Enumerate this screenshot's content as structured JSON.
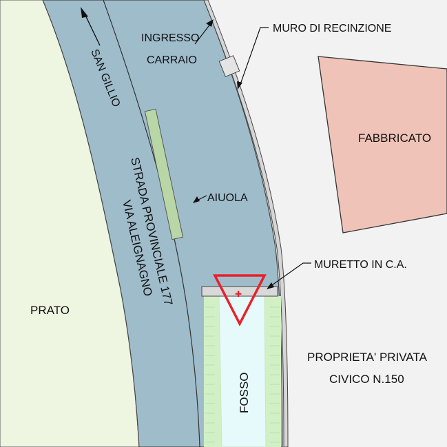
{
  "map": {
    "colors": {
      "meadow": "#eef5e0",
      "private_area": "#f3f2f2",
      "road": "#9fbccb",
      "building": "#efc3b8",
      "flowerbed": "#b9d6a6",
      "ditch": "#e6f9fb",
      "ditch_bank": "#d2f0c5",
      "marker": "#e8202a",
      "wall": "#d6d6d6"
    },
    "labels": {
      "meadow": "PRATO",
      "building": "FABBRICATO",
      "wall": "MURO DI RECINZIONE",
      "entrance_line1": "INGRESSO",
      "entrance_line2": "CARRAIO",
      "destination": "SAN GILLIO",
      "road_line1": "STRADA PROVINCIALE 177",
      "road_line2": "VIA ALEIGNAGNO",
      "flowerbed": "AIUOLA",
      "small_wall": "MURETTO IN C.A.",
      "property_line1": "PROPRIETA' PRIVATA",
      "property_line2": "CIVICO N.150",
      "ditch": "FOSSO"
    },
    "symbols": {
      "marker": "red-triangle-marker-icon",
      "direction": "arrow-up-icon"
    }
  }
}
